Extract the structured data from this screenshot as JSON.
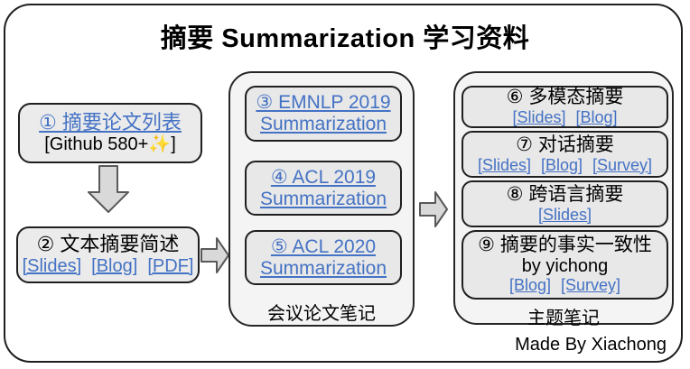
{
  "title": "摘要 Summarization 学习资料",
  "credit": "Made By Xiachong",
  "left": {
    "paper_list": {
      "link": "① 摘要论文列表",
      "note": "[Github 580+✨]"
    },
    "text_summary": {
      "heading": "② 文本摘要简述",
      "links": [
        "[Slides]",
        "[Blog]",
        "[PDF]"
      ]
    }
  },
  "conference": {
    "label": "会议论文笔记",
    "boxes": [
      {
        "line1": "③ EMNLP 2019",
        "line2": "Summarization"
      },
      {
        "line1": "④ ACL 2019",
        "line2": "Summarization"
      },
      {
        "line1": "⑤ ACL 2020",
        "line2": "Summarization"
      }
    ]
  },
  "topics": {
    "label": "主题笔记",
    "boxes": [
      {
        "heading": "⑥ 多模态摘要",
        "links": [
          "[Slides]",
          "[Blog]"
        ]
      },
      {
        "heading": "⑦ 对话摘要",
        "links": [
          "[Slides]",
          "[Blog]",
          "[Survey]"
        ]
      },
      {
        "heading": "⑧ 跨语言摘要",
        "links": [
          "[Slides]"
        ]
      },
      {
        "heading": "⑨ 摘要的事实一致性",
        "sub": "by yichong",
        "links": [
          "[Blog]",
          "[Survey]"
        ]
      }
    ]
  },
  "colors": {
    "link_blue": "#4472C4",
    "box_fill": "#ebebeb",
    "panel_fill": "#f4f4f4",
    "arrow_fill": "#d9d9d9",
    "arrow_stroke": "#595959",
    "border": "#1f1f1f"
  }
}
